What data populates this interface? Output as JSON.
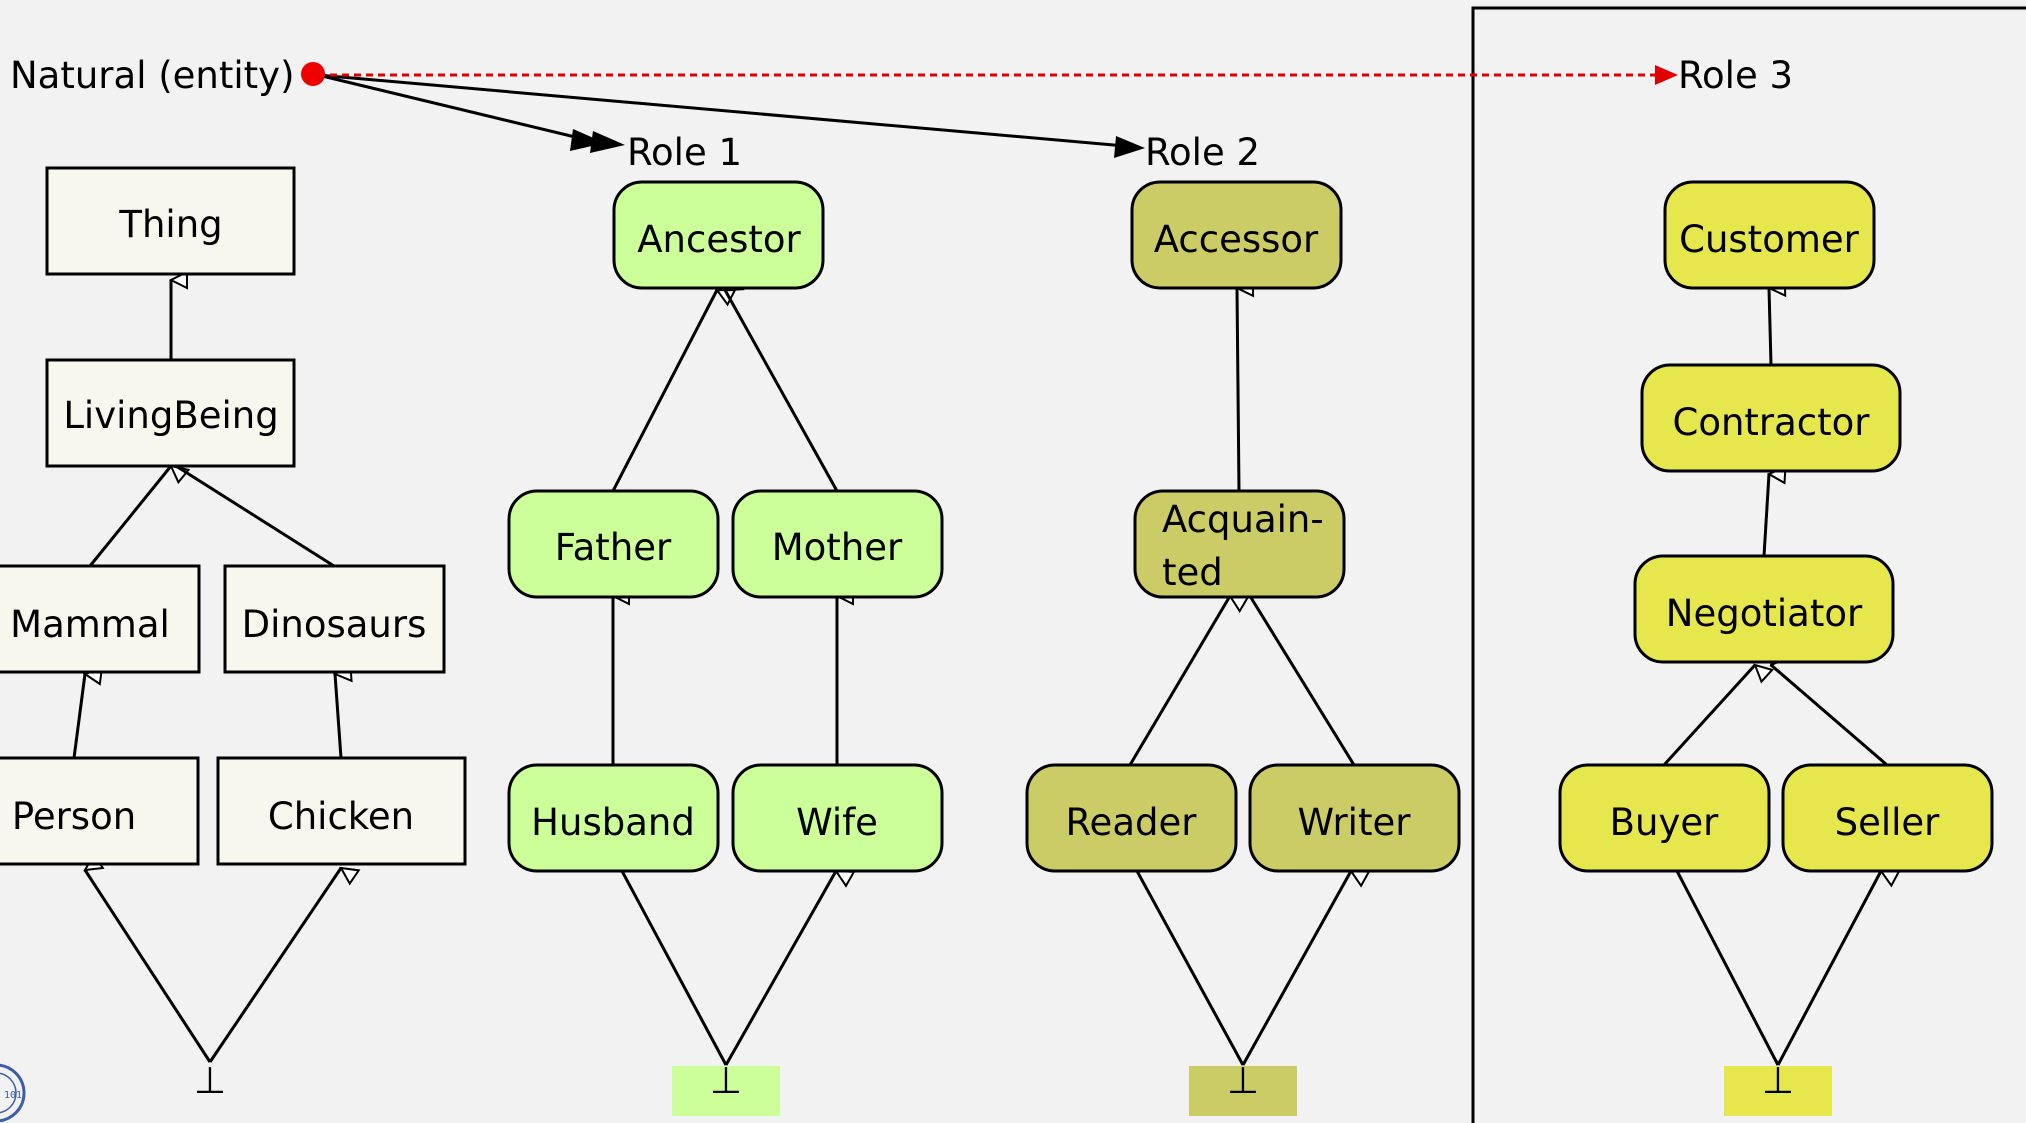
{
  "colors": {
    "background": "#f2f2f2",
    "panel": "#f2f2f2",
    "class_fill": "#f7f7ee",
    "role1_fill": "#ccff99",
    "role2_fill": "#cccc66",
    "role3_fill": "#e6e64d",
    "entity_dot": "#ee0000"
  },
  "entity": {
    "label": "Natural (entity)"
  },
  "roles": {
    "r1": "Role 1",
    "r2": "Role 2",
    "r3": "Role 3"
  },
  "nodes": {
    "thing": "Thing",
    "livingbeing": "LivingBeing",
    "mammal": "Mammal",
    "dinosaurs": "Dinosaurs",
    "person": "Person",
    "chicken": "Chicken",
    "ancestor": "Ancestor",
    "father": "Father",
    "mother": "Mother",
    "husband": "Husband",
    "wife": "Wife",
    "accessor": "Accessor",
    "acquainted_line1": "Acquain-",
    "acquainted_line2": "ted",
    "reader": "Reader",
    "writer": "Writer",
    "customer": "Customer",
    "contractor": "Contractor",
    "negotiator": "Negotiator",
    "buyer": "Buyer",
    "seller": "Seller"
  },
  "bottom": "⊥",
  "logo_text": "101"
}
